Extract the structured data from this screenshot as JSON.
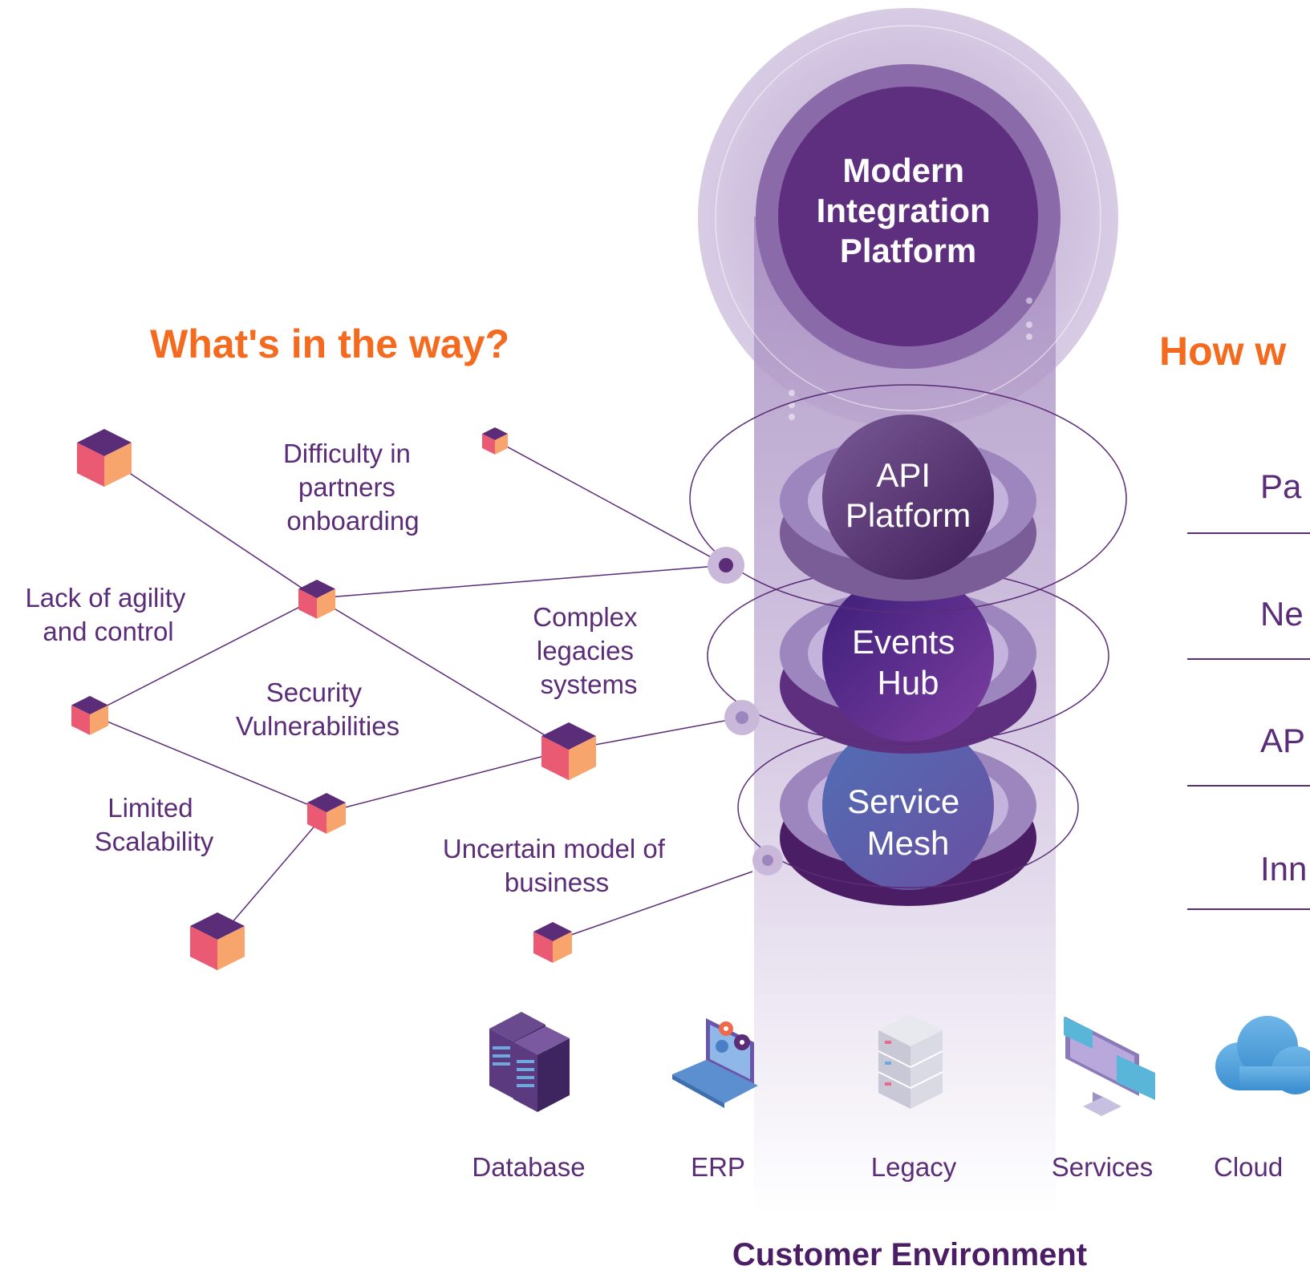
{
  "headings": {
    "left": "What's in the way?",
    "right": "How w",
    "footer": "Customer Environment"
  },
  "center": {
    "platform": [
      "Modern",
      "Integration",
      "Platform"
    ],
    "api": [
      "API",
      "Platform"
    ],
    "events": [
      "Events",
      "Hub"
    ],
    "mesh": [
      "Service",
      "Mesh"
    ]
  },
  "obstacles": {
    "partners": [
      "Difficulty in",
      "partners",
      "onboarding"
    ],
    "agility": [
      "Lack of agility",
      "and control"
    ],
    "legacies": [
      "Complex",
      "legacies",
      "systems"
    ],
    "security": [
      "Security",
      "Vulnerabilities"
    ],
    "scalability": [
      "Limited",
      "Scalability"
    ],
    "business": [
      "Uncertain model of",
      "business"
    ]
  },
  "right_items": [
    "Pa",
    "Ne",
    "AP",
    "Inn"
  ],
  "environment": {
    "database": "Database",
    "erp": "ERP",
    "legacy": "Legacy",
    "services": "Services",
    "cloud": "Cloud"
  },
  "colors": {
    "orange": "#f46a1f",
    "purple": "#5b2c77",
    "dark_purple": "#4b1d64",
    "cube_top": "#5b2c77",
    "cube_left": "#ea5a72",
    "cube_right": "#f8a46d"
  }
}
